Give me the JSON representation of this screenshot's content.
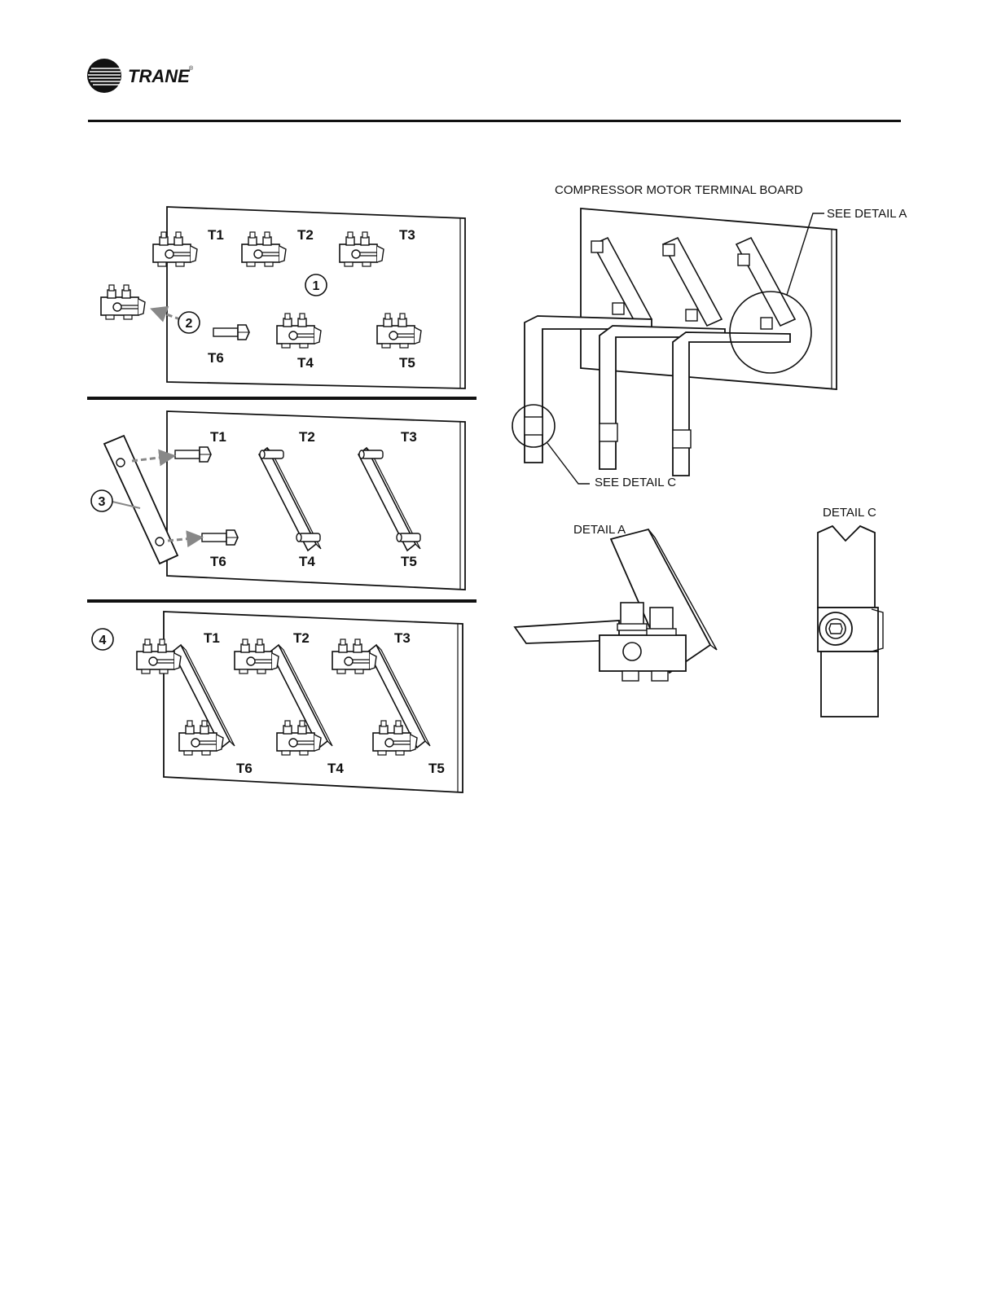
{
  "header": {
    "brand": "TRANE",
    "registered_mark": "®"
  },
  "left_figure": {
    "panel1": {
      "terminals": [
        "T1",
        "T2",
        "T3",
        "T6",
        "T4",
        "T5"
      ],
      "step_markers": [
        "1",
        "2"
      ]
    },
    "panel2": {
      "terminals": [
        "T1",
        "T2",
        "T3",
        "T6",
        "T4",
        "T5"
      ],
      "step_markers": [
        "3"
      ]
    },
    "panel3": {
      "terminals": [
        "T1",
        "T2",
        "T3",
        "T6",
        "T4",
        "T5"
      ],
      "step_markers": [
        "4"
      ]
    }
  },
  "right_figure": {
    "title": "COMPRESSOR MOTOR TERMINAL BOARD",
    "callout_a": "SEE DETAIL A",
    "callout_c": "SEE DETAIL C",
    "detail_a_label": "DETAIL A",
    "detail_c_label": "DETAIL C"
  }
}
